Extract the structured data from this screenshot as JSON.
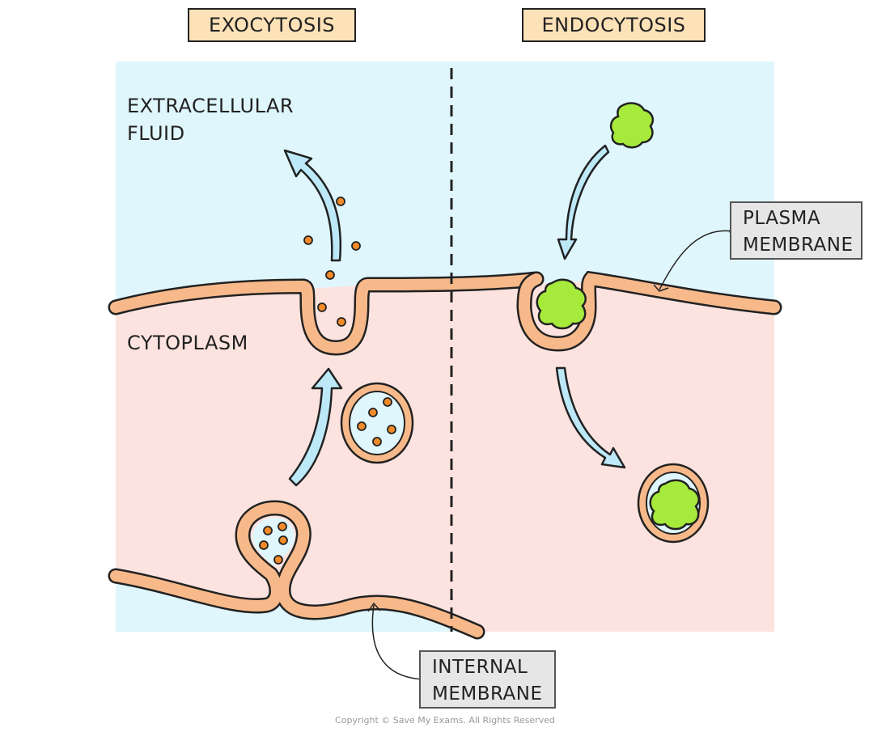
{
  "titles": {
    "left": "EXOCYTOSIS",
    "right": "ENDOCYTOSIS"
  },
  "labels": {
    "extracellular_line1": "EXTRACELLULAR",
    "extracellular_line2": "FLUID",
    "cytoplasm": "CYTOPLASM"
  },
  "callouts": {
    "plasma_line1": "PLASMA",
    "plasma_line2": "MEMBRANE",
    "internal_line1": "INTERNAL",
    "internal_line2": "MEMBRANE"
  },
  "copyright": "Copyright © Save My Exams. All Rights Reserved",
  "colors": {
    "extracellular": "#dff6fc",
    "cytoplasm": "#fce3df",
    "membrane": "#f7b98a",
    "outline": "#222222",
    "arrow": "#bde8f8",
    "particle": "#f28a2a",
    "green_molecule": "#a6ea3c",
    "title_box": "#fde2b8",
    "callout_box": "#e6e6e6"
  }
}
